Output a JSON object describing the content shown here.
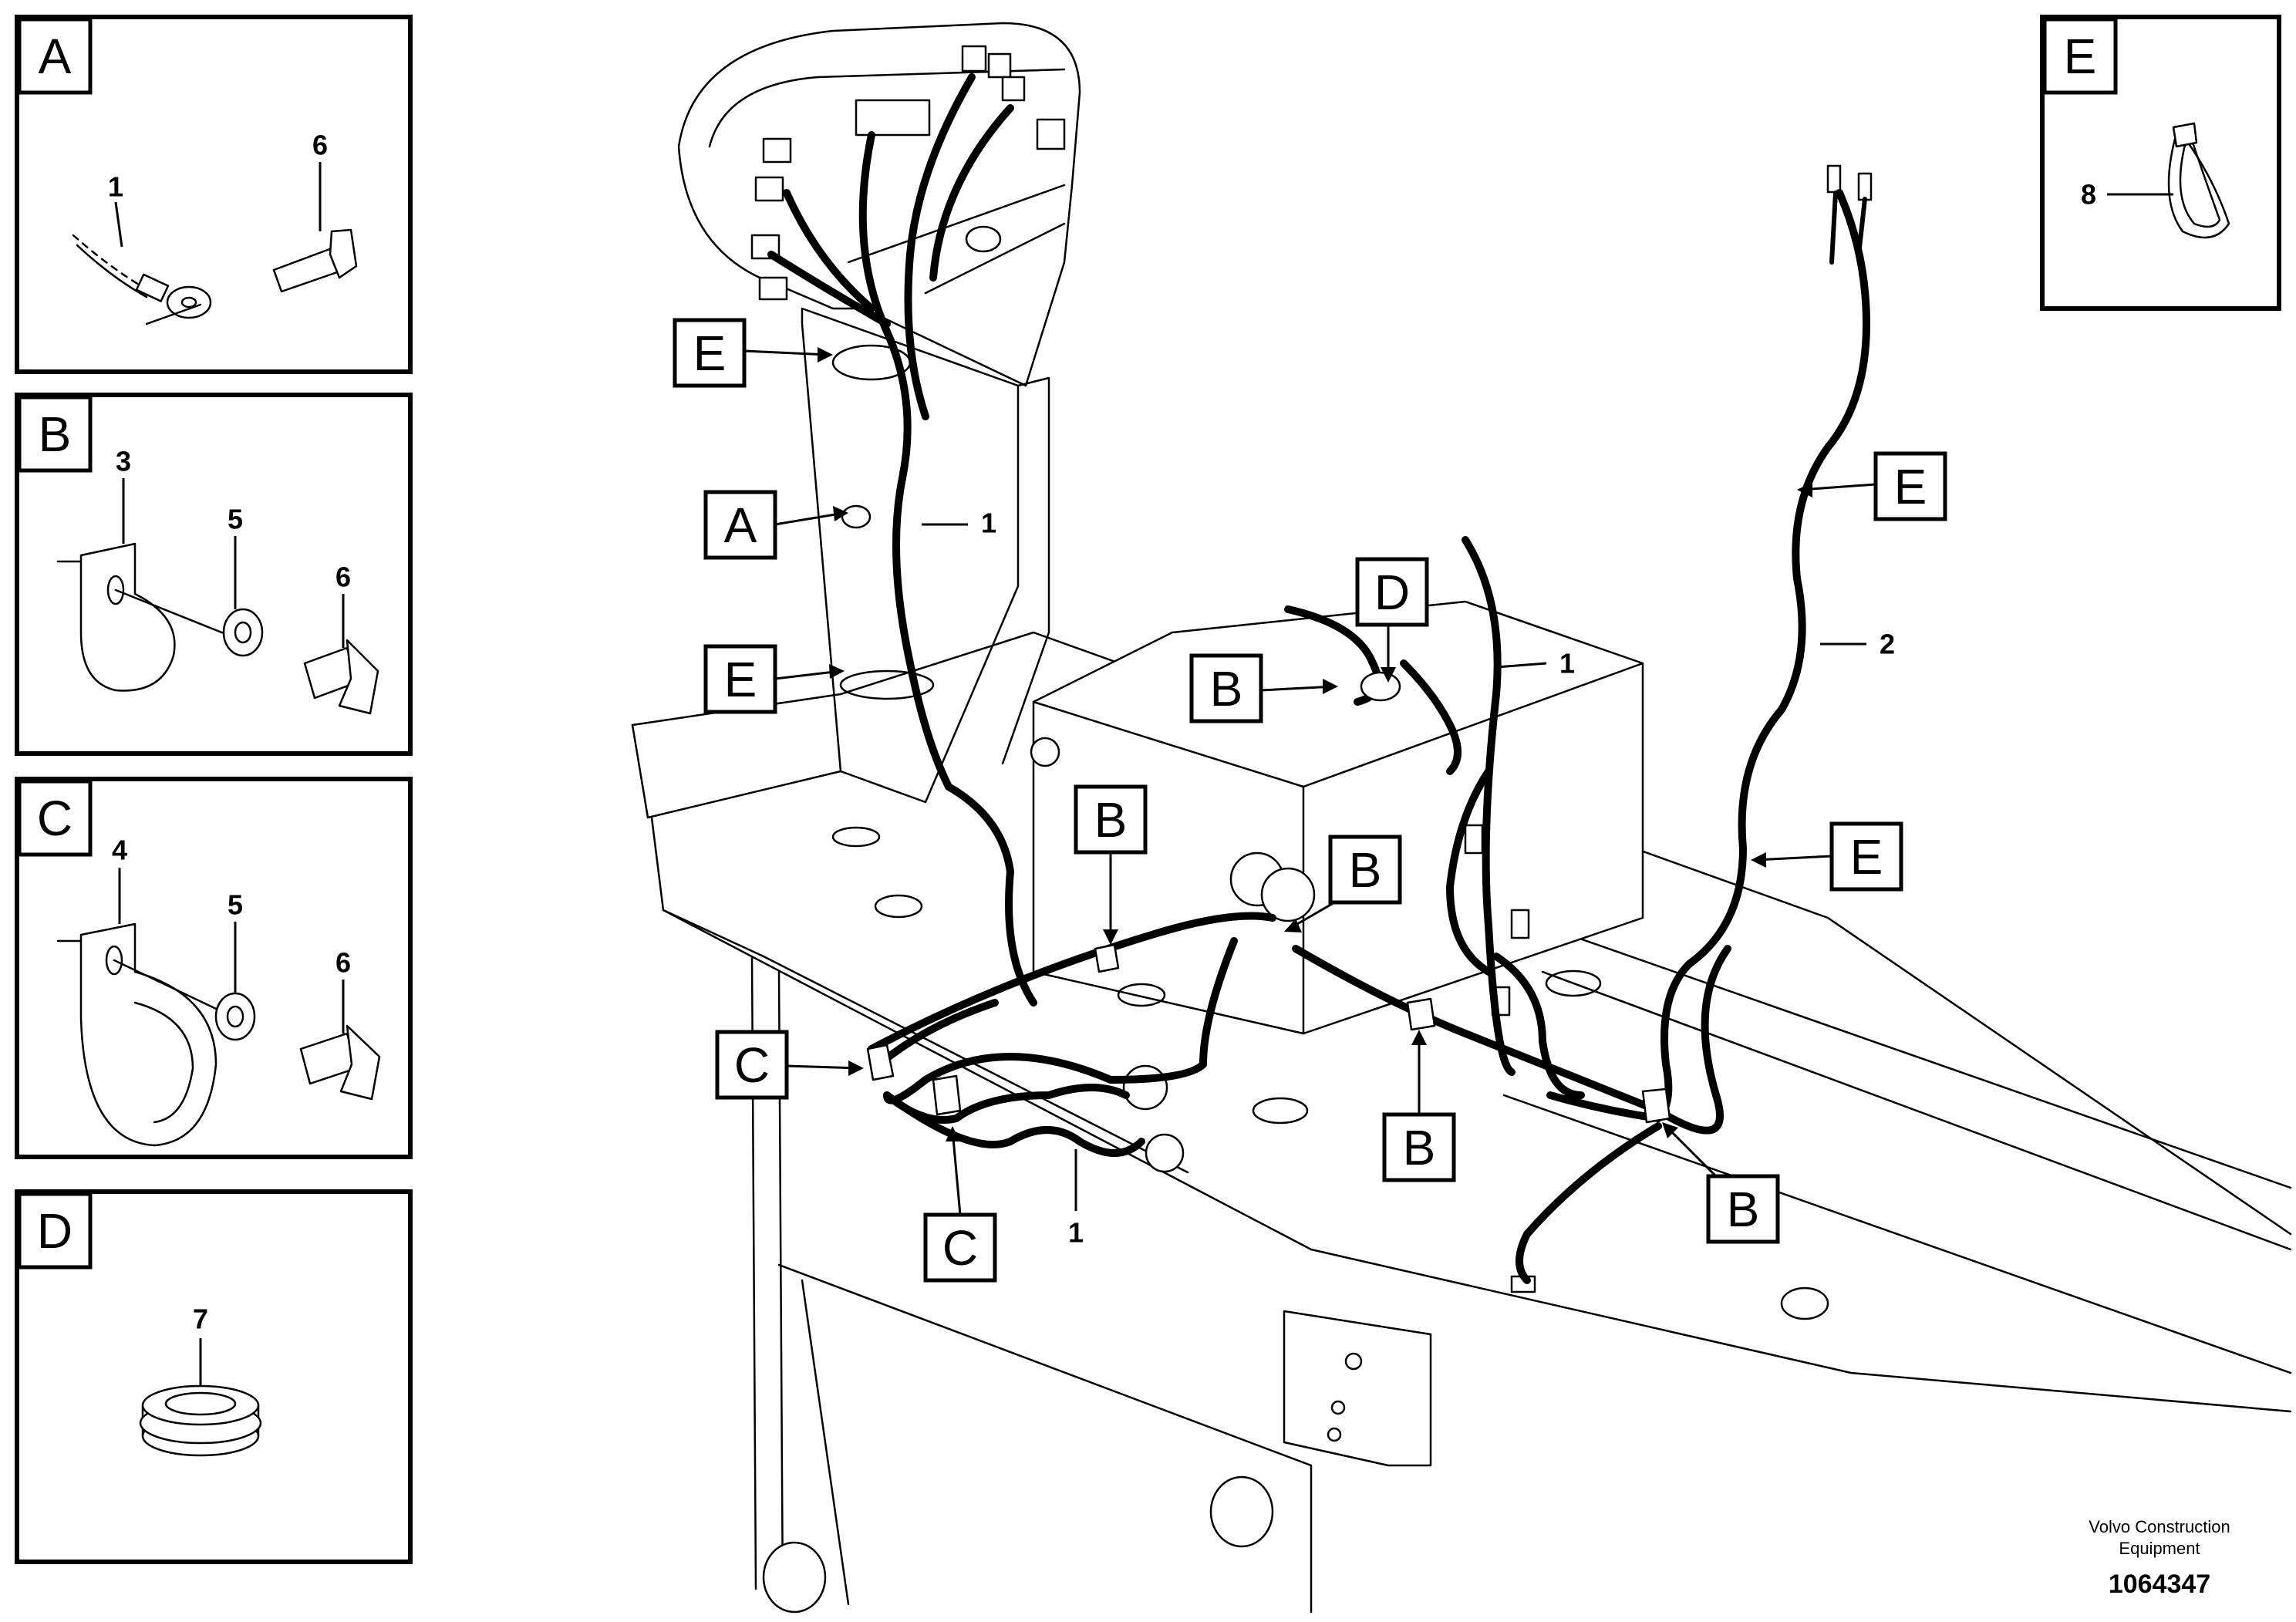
{
  "detail_panels": {
    "A": {
      "letter": "A",
      "part_labels": [
        "1",
        "6"
      ]
    },
    "B": {
      "letter": "B",
      "part_labels": [
        "3",
        "5",
        "6"
      ]
    },
    "C": {
      "letter": "C",
      "part_labels": [
        "4",
        "5",
        "6"
      ]
    },
    "D": {
      "letter": "D",
      "part_labels": [
        "7"
      ]
    },
    "E": {
      "letter": "E",
      "part_labels": [
        "8"
      ]
    }
  },
  "callouts": {
    "e1": "E",
    "a1": "A",
    "e2": "E",
    "b1": "B",
    "d1": "D",
    "b2": "B",
    "b3": "B",
    "c1": "C",
    "c2": "C",
    "b4": "B",
    "b5": "B",
    "e3": "E",
    "e4": "E"
  },
  "part_numbers": {
    "p1_upper": "1",
    "p1_right": "1",
    "p1_lower": "1",
    "p2": "2"
  },
  "footer": {
    "line1": "Volvo Construction",
    "line2": "Equipment",
    "doc_number": "1064347"
  }
}
